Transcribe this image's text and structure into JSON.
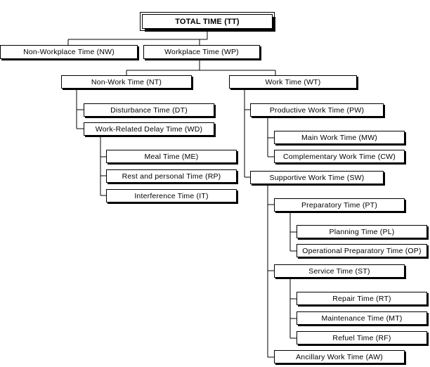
{
  "nodes": {
    "tt": "TOTAL TIME (TT)",
    "nw": "Non-Workplace Time (NW)",
    "wp": "Workplace Time (WP)",
    "nt": "Non-Work Time (NT)",
    "wt": "Work Time (WT)",
    "dt": "Disturbance Time (DT)",
    "wd": "Work-Related Delay Time (WD)",
    "me": "Meal Time (ME)",
    "rp": "Rest and personal Time (RP)",
    "it": "Interference Time (IT)",
    "pw": "Productive Work Time (PW)",
    "mw": "Main Work Time (MW)",
    "cw": "Complementary Work Time (CW)",
    "sw": "Supportive Work Time (SW)",
    "pt": "Preparatory Time (PT)",
    "pl": "Planning Time (PL)",
    "op": "Operational Preparatory Time (OP)",
    "st": "Service Time (ST)",
    "rt": "Repair Time (RT)",
    "mt": "Maintenance Time (MT)",
    "rf": "Refuel Time (RF)",
    "aw": "Ancillary Work Time (AW)"
  }
}
